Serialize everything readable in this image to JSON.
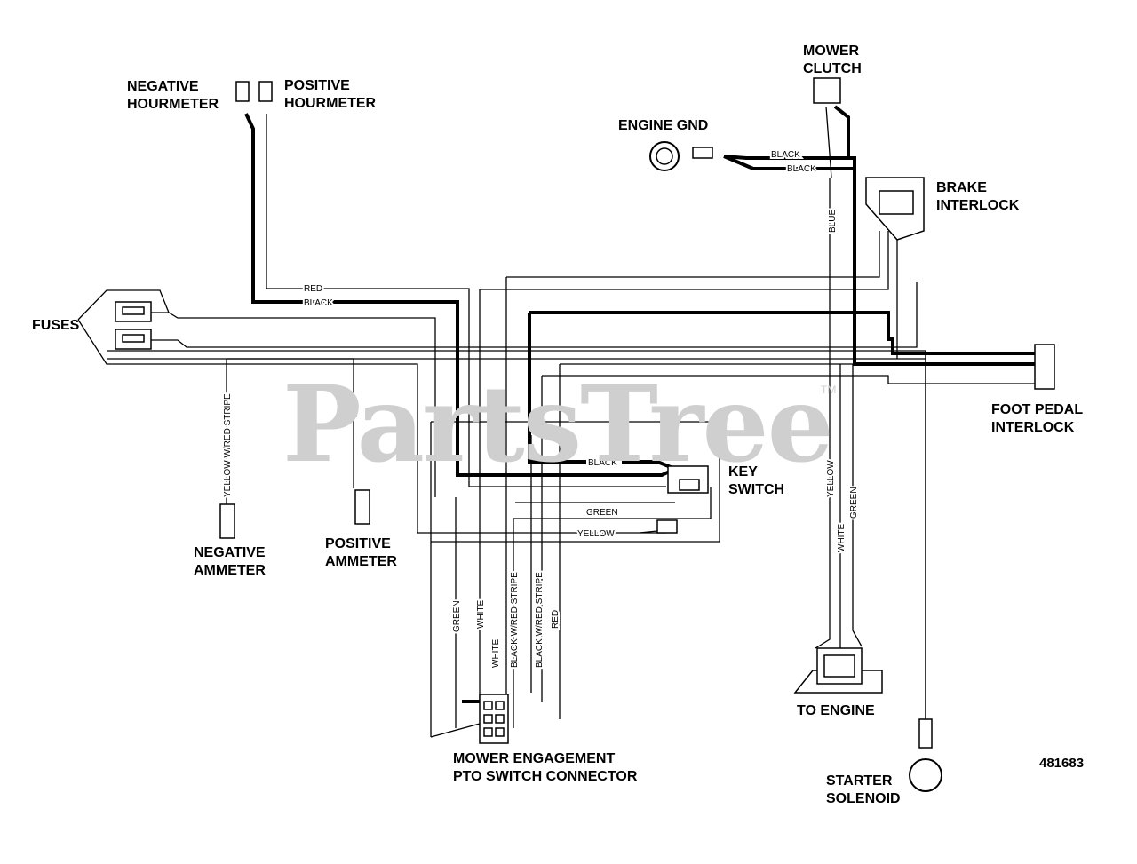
{
  "watermark": {
    "text": "PartsTree",
    "trademark": "TM"
  },
  "part_number": "481683",
  "components": {
    "negative_hourmeter": [
      "NEGATIVE",
      "HOURMETER"
    ],
    "positive_hourmeter": [
      "POSITIVE",
      "HOURMETER"
    ],
    "mower_clutch": [
      "MOWER",
      "CLUTCH"
    ],
    "engine_gnd": [
      "ENGINE GND"
    ],
    "brake_interlock": [
      "BRAKE",
      "INTERLOCK"
    ],
    "fuses": [
      "FUSES"
    ],
    "foot_pedal_interlock": [
      "FOOT PEDAL",
      "INTERLOCK"
    ],
    "key_switch": [
      "KEY",
      "SWITCH"
    ],
    "negative_ammeter": [
      "NEGATIVE",
      "AMMETER"
    ],
    "positive_ammeter": [
      "POSITIVE",
      "AMMETER"
    ],
    "to_engine": [
      "TO ENGINE"
    ],
    "mower_engagement": [
      "MOWER ENGAGEMENT",
      "PTO SWITCH CONNECTOR"
    ],
    "starter_solenoid": [
      "STARTER",
      "SOLENOID"
    ]
  },
  "wire_labels": {
    "red_top": "RED",
    "black_top": "BLACK",
    "black_gnd1": "BLACK",
    "black_gnd2": "BLACK",
    "blue": "BLUE",
    "yellow_wred_stripe": "YELLOW W/RED STRIPE",
    "red_ammeter": "RED",
    "black_key": "BLACK",
    "green_key": "GREEN",
    "yellow_key": "YELLOW",
    "yellow_right": "YELLOW",
    "white_right": "WHITE",
    "green_right": "GREEN",
    "green_pto": "GREEN",
    "white_pto1": "WHITE",
    "white_pto2": "WHITE",
    "black_wred_stripe1": "BLACK W/RED STRIPE",
    "black_wred_stripe2": "BLACK W/RED STRIPE",
    "red_pto": "RED"
  }
}
